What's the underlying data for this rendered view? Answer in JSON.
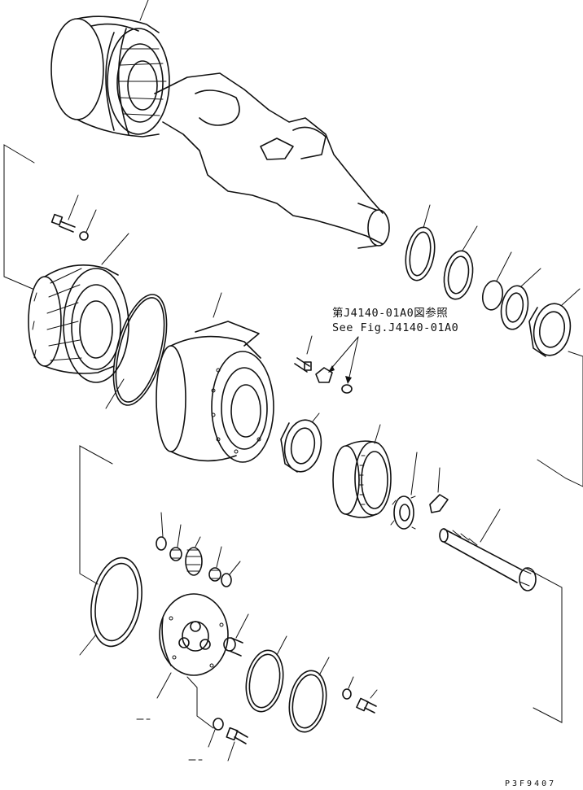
{
  "reference_note": {
    "line_jp": "第J4140-01A0図参照",
    "line_en": "See Fig.J4140-01A0"
  },
  "drawing_code": "P3F9407",
  "colors": {
    "ink": "#111111",
    "paper": "#ffffff"
  }
}
